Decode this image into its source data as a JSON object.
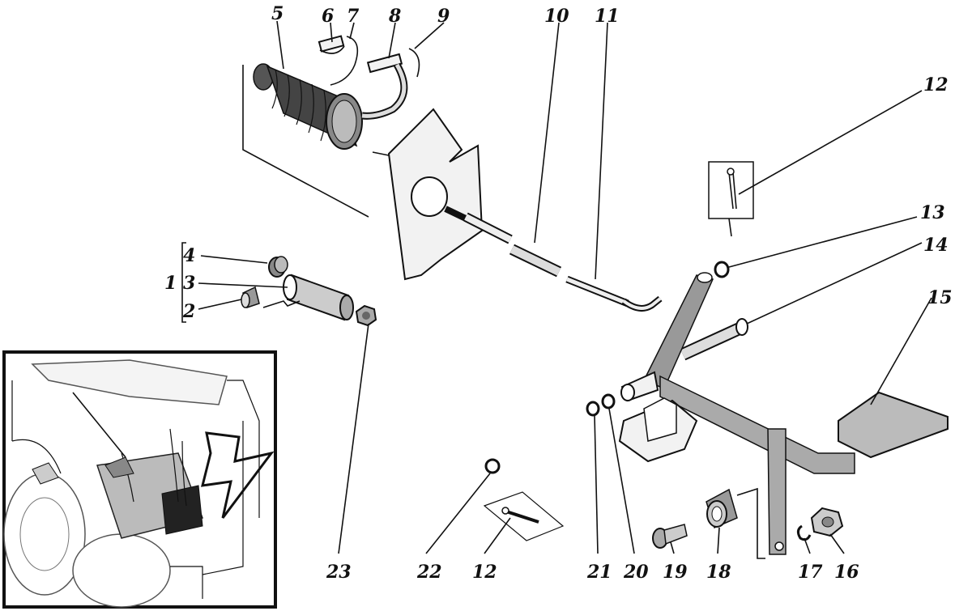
{
  "callouts": {
    "c1": "1",
    "c2": "2",
    "c3": "3",
    "c4": "4",
    "c5": "5",
    "c6": "6",
    "c7": "7",
    "c8": "8",
    "c9": "9",
    "c10": "10",
    "c11": "11",
    "c12_top": "12",
    "c13": "13",
    "c14": "14",
    "c15": "15",
    "c16": "16",
    "c17": "17",
    "c18": "18",
    "c19": "19",
    "c20": "20",
    "c21": "21",
    "c22": "22",
    "c12_bottom": "12",
    "c23": "23"
  },
  "icons": {
    "inset": "machine-location-inset",
    "bracket": "assembly-bracket"
  }
}
